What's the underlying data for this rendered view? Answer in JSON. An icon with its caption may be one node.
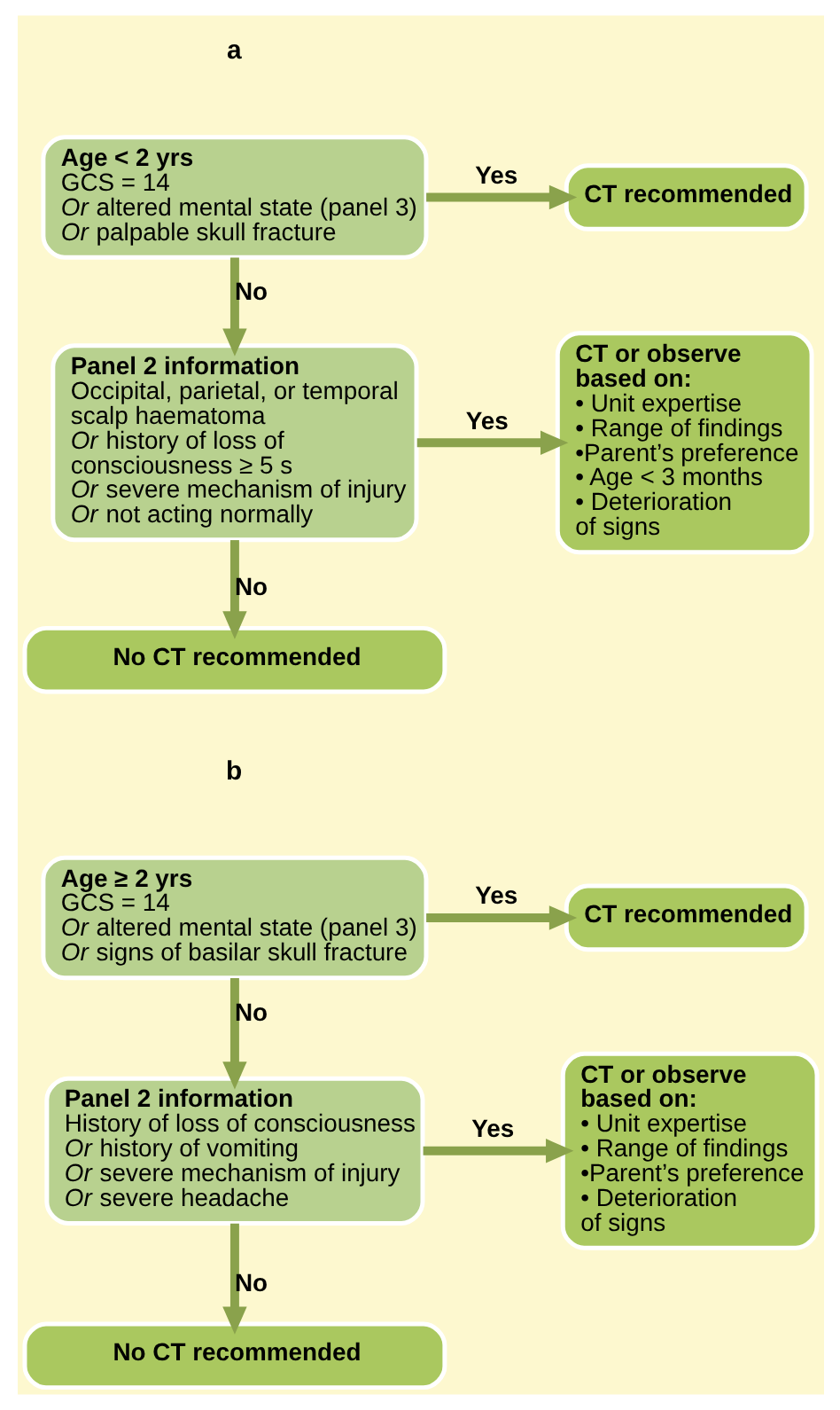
{
  "diagram": {
    "nodes": [
      {
        "text": [
          "Age < 2 yrs",
          "GCS = 14",
          "*Or* altered mental state (panel 3)",
          "*Or* palpable skull fracture"
        ]
      },
      {
        "text": [
          "CT recommended"
        ]
      },
      {
        "text": [
          "Panel 2 information",
          "Occipital, parietal, or temporal scalp haematoma",
          "*Or* history of loss of consciousness ≥ 5 s",
          "*Or* severe mechanism of injury",
          "*Or* not acting normally"
        ]
      },
      {
        "text": [
          "CT or observe based on:",
          "• Unit expertise",
          "• Range of findings",
          "•Parent’s preference",
          "• Age < 3 months",
          "• Deterioration of signs"
        ]
      },
      {
        "text": [
          "No CT recommended"
        ]
      },
      {
        "text": [
          "Age ≥ 2 yrs",
          "GCS = 14",
          "*Or* altered mental state (panel 3)",
          "*Or* signs of basilar skull fracture"
        ]
      },
      {
        "text": [
          "CT recommended"
        ]
      },
      {
        "text": [
          "Panel 2 information",
          "History of loss of consciousness",
          "*Or* history of vomiting",
          "*Or* severe mechanism of injury",
          "*Or* severe headache"
        ]
      },
      {
        "text": [
          "CT or observe based on:",
          "• Unit expertise",
          "• Range of findings",
          "•Parent’s preference",
          "• Deterioration of signs"
        ]
      },
      {
        "text": [
          "No CT recommended"
        ]
      }
    ],
    "edges": [
      {
        "from": 0,
        "to": 1,
        "arrow": "to",
        "label": "Yes"
      },
      {
        "from": 0,
        "to": 2,
        "arrow": "to",
        "label": "No"
      },
      {
        "from": 2,
        "to": 3,
        "arrow": "to",
        "label": "Yes"
      },
      {
        "from": 2,
        "to": 4,
        "arrow": "to",
        "label": "No"
      },
      {
        "from": 5,
        "to": 6,
        "arrow": "to",
        "label": "Yes"
      },
      {
        "from": 5,
        "to": 7,
        "arrow": "to",
        "label": "No"
      },
      {
        "from": 7,
        "to": 8,
        "arrow": "to",
        "label": "Yes"
      },
      {
        "from": 7,
        "to": 9,
        "arrow": "to",
        "label": "No"
      }
    ],
    "labels": [
      "a",
      "b"
    ]
  }
}
